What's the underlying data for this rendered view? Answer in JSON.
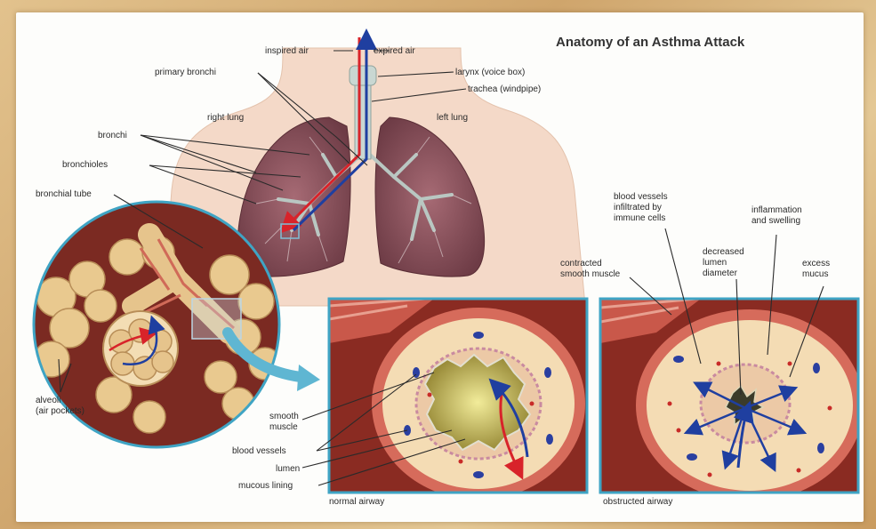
{
  "title": "Anatomy of an Asthma Attack",
  "labels": {
    "inspired_air": "inspired air",
    "expired_air": "expired air",
    "larynx": "larynx (voice box)",
    "trachea": "trachea (windpipe)",
    "primary_bronchi": "primary bronchi",
    "right_lung": "right lung",
    "left_lung": "left lung",
    "bronchi": "bronchi",
    "bronchioles": "bronchioles",
    "bronchial_tube": "bronchial tube",
    "alveoli_1": "alveoli",
    "alveoli_2": "(air pockets)",
    "smooth_muscle_1": "smooth",
    "smooth_muscle_2": "muscle",
    "blood_vessels": "blood vessels",
    "lumen": "lumen",
    "mucous_lining": "mucous lining",
    "normal_airway": "normal airway",
    "obstructed_airway": "obstructed airway",
    "vessels_infiltrated_1": "blood vessels",
    "vessels_infiltrated_2": "infiltrated by",
    "vessels_infiltrated_3": "immune cells",
    "inflammation_1": "inflammation",
    "inflammation_2": "and swelling",
    "decreased_1": "decreased",
    "decreased_2": "lumen",
    "decreased_3": "diameter",
    "contracted_1": "contracted",
    "contracted_2": "smooth muscle",
    "excess_1": "excess",
    "excess_2": "mucus"
  },
  "colors": {
    "inspired": "#d8232a",
    "expired": "#1f3fa0",
    "lung": "#8e5560",
    "airway_frame": "#3fa4c4",
    "muscle": "#c4564a"
  }
}
